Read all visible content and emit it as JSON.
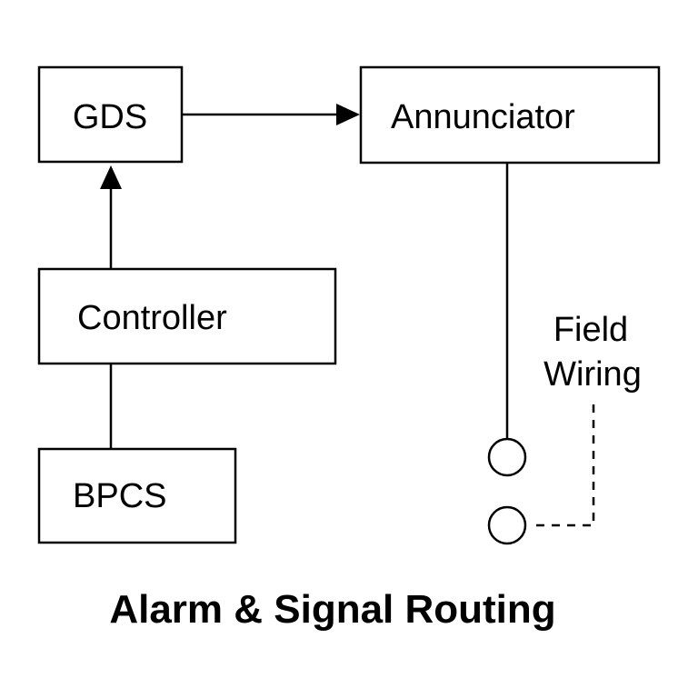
{
  "diagram": {
    "title": "Alarm & Signal Routing",
    "nodes": [
      {
        "id": "gds",
        "label": "GDS"
      },
      {
        "id": "annunciator",
        "label": "Annunciator"
      },
      {
        "id": "controller",
        "label": "Controller"
      },
      {
        "id": "bpcs",
        "label": "BPCS"
      }
    ],
    "edges": [
      {
        "from": "gds",
        "to": "annunciator",
        "style": "solid",
        "arrow": true
      },
      {
        "from": "controller",
        "to": "gds",
        "style": "solid",
        "arrow": true
      },
      {
        "from": "bpcs",
        "to": "controller",
        "style": "solid",
        "arrow": false
      },
      {
        "from": "annunciator",
        "to": "terminal-1",
        "style": "solid",
        "arrow": false
      },
      {
        "from": "terminal-2",
        "to": "field-wiring",
        "style": "dashed",
        "arrow": false
      }
    ],
    "field_wiring": {
      "line1": "Field",
      "line2": "Wiring"
    },
    "terminals": [
      "terminal-1",
      "terminal-2"
    ],
    "colors": {
      "stroke": "#000000",
      "background": "#ffffff"
    }
  }
}
